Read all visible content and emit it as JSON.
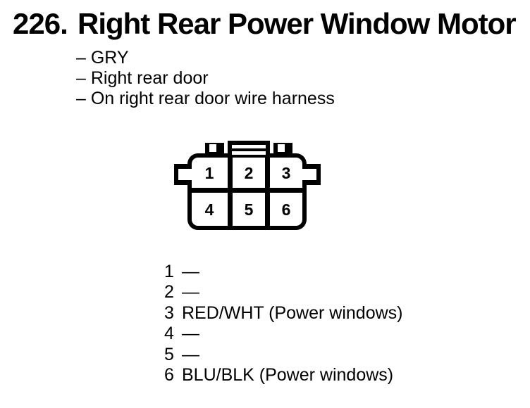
{
  "page": {
    "number": "226.",
    "title": "Right Rear Power Window Motor",
    "details": [
      "– GRY",
      "– Right rear door",
      "– On right rear door wire harness"
    ]
  },
  "connector": {
    "pins": [
      "1",
      "2",
      "3",
      "4",
      "5",
      "6"
    ]
  },
  "pinout": [
    {
      "pin": "1",
      "wire": "—"
    },
    {
      "pin": "2",
      "wire": "—"
    },
    {
      "pin": "3",
      "wire": "RED/WHT (Power windows)"
    },
    {
      "pin": "4",
      "wire": "—"
    },
    {
      "pin": "5",
      "wire": "—"
    },
    {
      "pin": "6",
      "wire": "BLU/BLK (Power windows)"
    }
  ],
  "colors": {
    "ink": "#000000",
    "paper": "#ffffff"
  }
}
